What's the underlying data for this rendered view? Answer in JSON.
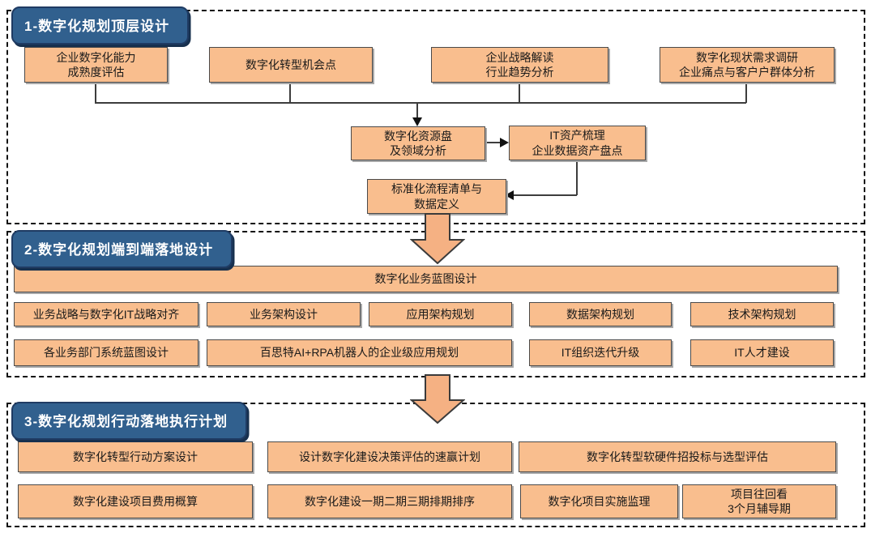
{
  "section1": {
    "title": "1-数字化规划顶层设计",
    "boxes": {
      "capability": "企业数字化能力\n成熟度评估",
      "opportunity": "数字化转型机会点",
      "strategy": "企业战略解读\n行业趋势分析",
      "survey": "数字化现状需求调研\n企业痛点与客户户群体分析",
      "resource": "数字化资源盘\n及领域分析",
      "it_assets": "IT资产梳理\n企业数据资产盘点",
      "standard": "标准化流程清单与\n数据定义"
    }
  },
  "section2": {
    "title": "2-数字化规划端到端落地设计",
    "blueprint": "数字化业务蓝图设计",
    "row1": [
      "业务战略与数字化IT战略对齐",
      "业务架构设计",
      "应用架构规划",
      "数据架构规划",
      "技术架构规划"
    ],
    "row2": [
      "各业务部门系统蓝图设计",
      "百思特AI+RPA机器人的企业级应用规划",
      "IT组织迭代升级",
      "IT人才建设"
    ]
  },
  "section3": {
    "title": "3-数字化规划行动落地执行计划",
    "row1": [
      "数字化转型行动方案设计",
      "设计数字化建设决策评估的速赢计划",
      "数字化转型软硬件招投标与选型评估"
    ],
    "row2": [
      "数字化建设项目费用概算",
      "数字化建设一期二期三期排期排序",
      "数字化项目实施监理",
      "项目往回看\n3个月辅导期"
    ]
  },
  "colors": {
    "box_fill": "#F9BE8E",
    "header_fill": "#31608E",
    "header_border": "#1F3B63",
    "arrow_fill": "#F5B183",
    "dashed_border": "#111111"
  }
}
